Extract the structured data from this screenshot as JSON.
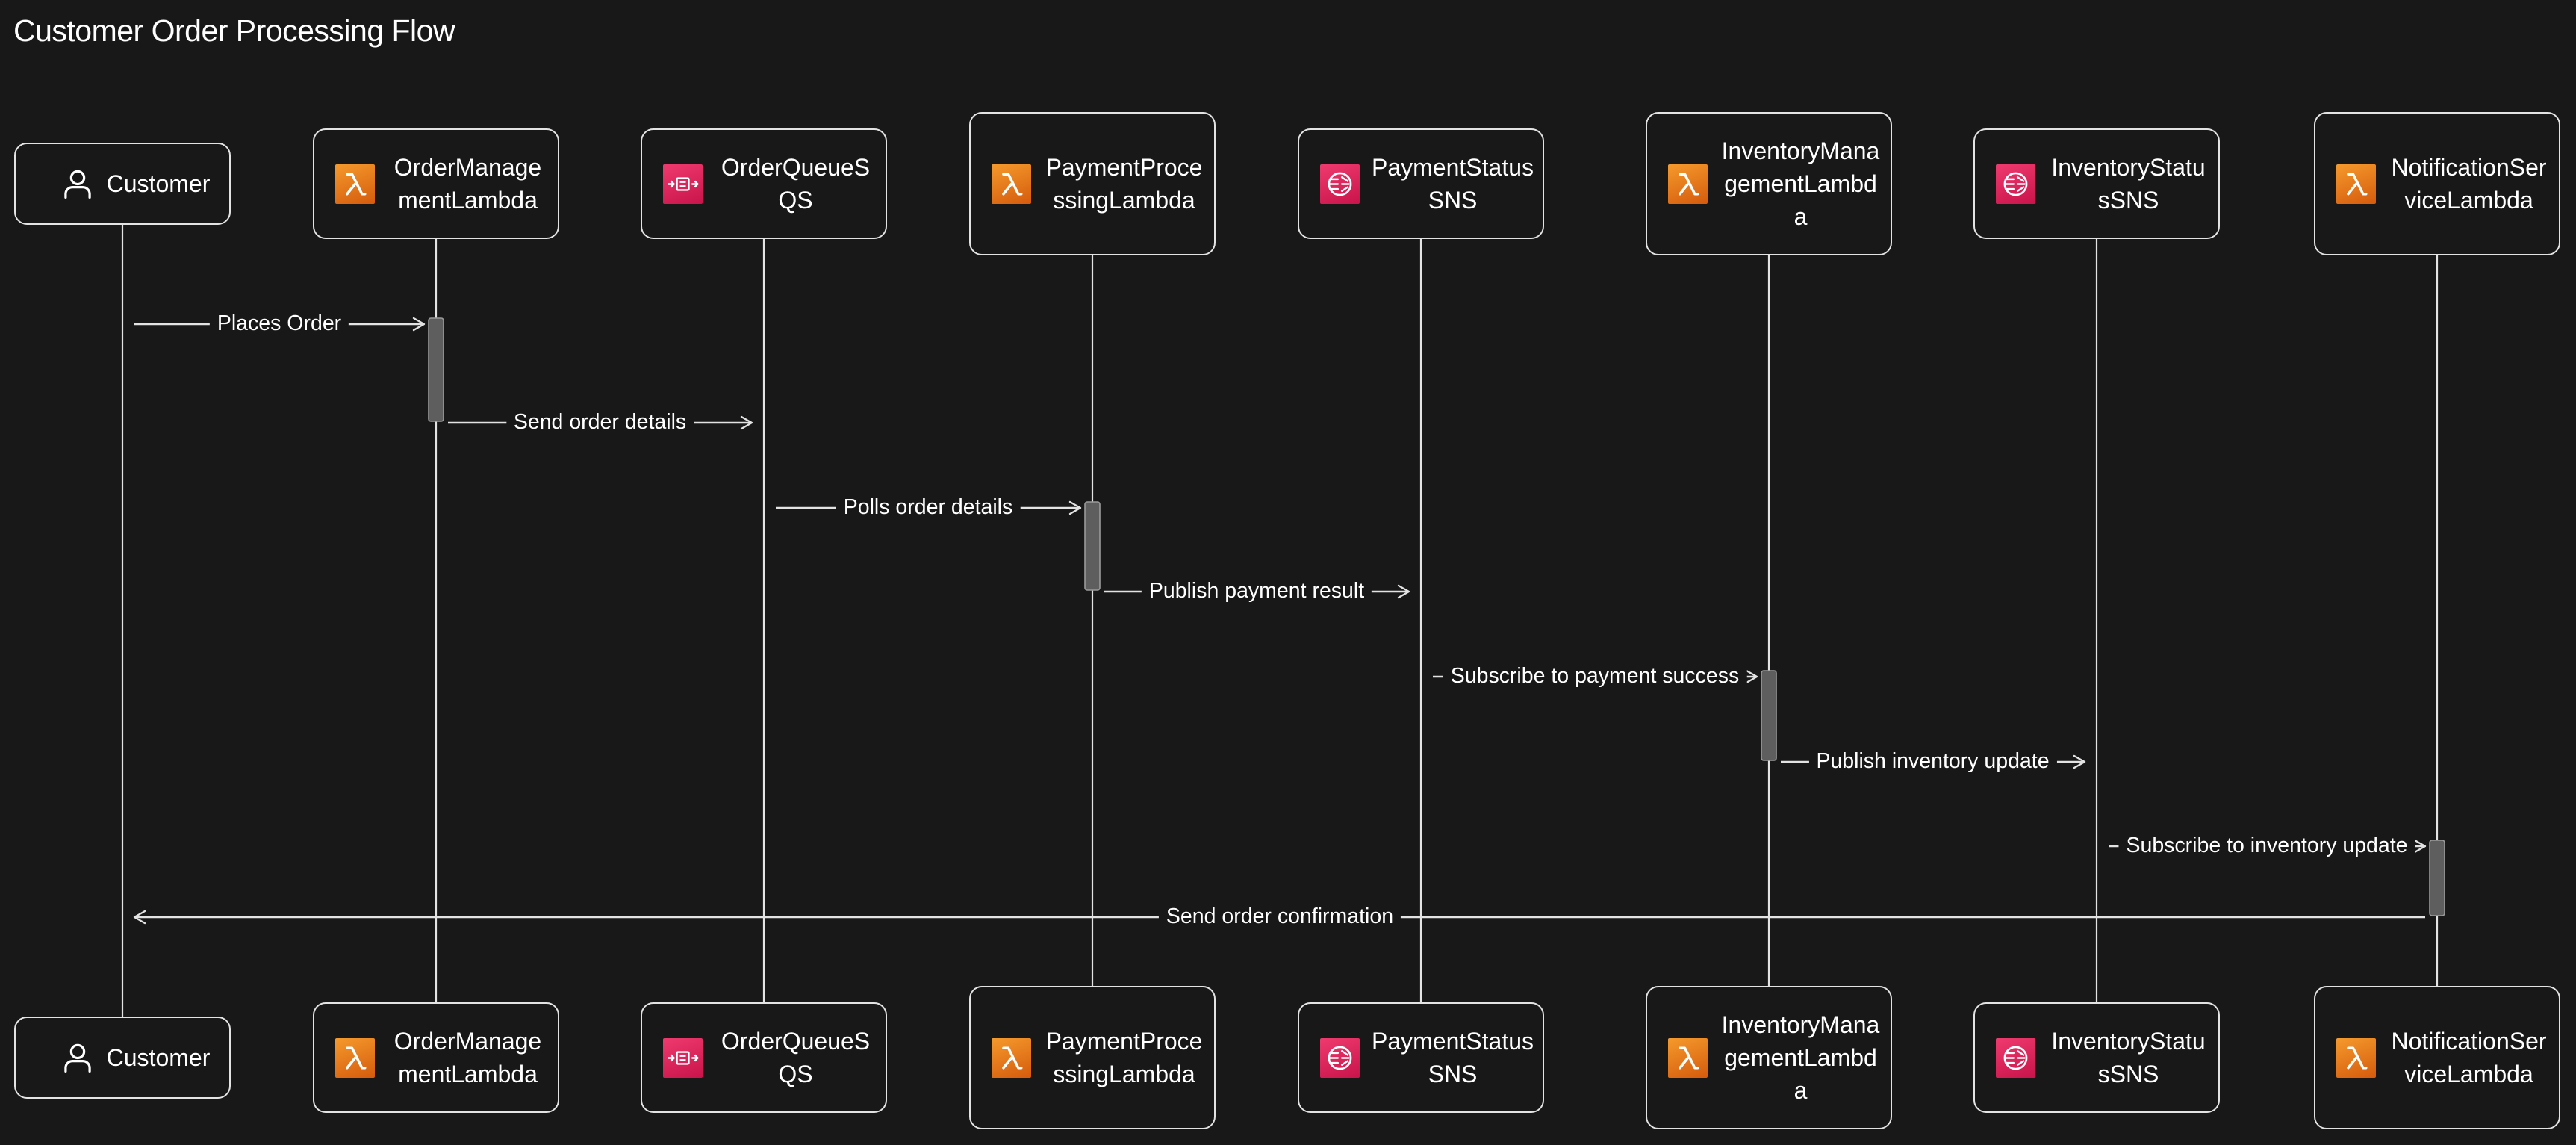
{
  "diagram": {
    "title": "Customer Order Processing Flow",
    "participants": [
      {
        "id": "customer",
        "label": "Customer",
        "kind": "actor",
        "icon": "user-icon"
      },
      {
        "id": "order_mgmt",
        "label": "OrderManagementLambda",
        "kind": "lambda",
        "icon": "lambda-icon"
      },
      {
        "id": "order_queue",
        "label": "OrderQueueSQS",
        "kind": "sqs",
        "icon": "sqs-icon"
      },
      {
        "id": "payment_proc",
        "label": "PaymentProcessingLambda",
        "kind": "lambda",
        "icon": "lambda-icon"
      },
      {
        "id": "payment_status",
        "label": "PaymentStatusSNS",
        "kind": "sns",
        "icon": "sns-icon"
      },
      {
        "id": "inventory_mgmt",
        "label": "InventoryManagementLambda",
        "kind": "lambda",
        "icon": "lambda-icon"
      },
      {
        "id": "inventory_status",
        "label": "InventoryStatusSNS",
        "kind": "sns",
        "icon": "sns-icon"
      },
      {
        "id": "notification",
        "label": "NotificationServiceLambda",
        "kind": "lambda",
        "icon": "lambda-icon"
      }
    ],
    "messages": [
      {
        "from": 0,
        "to": 1,
        "label": "Places Order"
      },
      {
        "from": 1,
        "to": 2,
        "label": "Send order details"
      },
      {
        "from": 2,
        "to": 3,
        "label": "Polls order details"
      },
      {
        "from": 3,
        "to": 4,
        "label": "Publish payment result"
      },
      {
        "from": 4,
        "to": 5,
        "label": "Subscribe to payment success"
      },
      {
        "from": 5,
        "to": 6,
        "label": "Publish inventory update"
      },
      {
        "from": 6,
        "to": 7,
        "label": "Subscribe to inventory update"
      },
      {
        "from": 7,
        "to": 0,
        "label": "Send order confirmation"
      }
    ],
    "activations": [
      {
        "participant": 1,
        "from_message": 0,
        "to_message": 1
      },
      {
        "participant": 3,
        "from_message": 2,
        "to_message": 3
      },
      {
        "participant": 5,
        "from_message": 4,
        "to_message": 5
      },
      {
        "participant": 7,
        "from_message": 6,
        "to_message": 7
      }
    ],
    "colors": {
      "background": "#181818",
      "line": "#e3e3e3",
      "text": "#ffffff",
      "activation_fill": "#5e5e5e",
      "lambda_orange": "#ed7d14",
      "sqs_pink": "#e7195a",
      "sns_pink": "#e7195a"
    }
  }
}
